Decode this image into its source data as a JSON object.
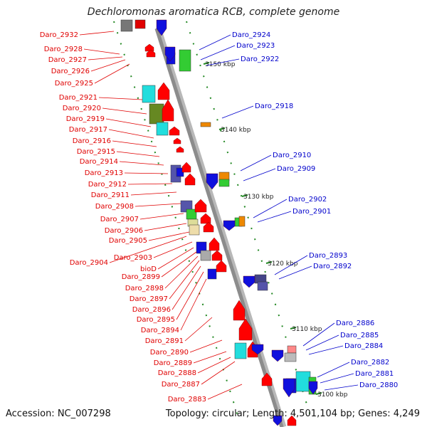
{
  "title": "Dechloromonas aromatica RCB, complete genome",
  "footer": {
    "accession": "Accession: NC_007298",
    "summary": "Topology: circular; Length: 4,501,104 bp; Genes: 4,249"
  },
  "colors": {
    "left_label": "#e00000",
    "right_label": "#0000cc",
    "backbone": "#8c8c8c",
    "tick": "#228822"
  },
  "scale_labels": [
    "3150 kbp",
    "3140 kbp",
    "3130 kbp",
    "3120 kbp",
    "3110 kbp",
    "3100 kbp"
  ],
  "left_genes": [
    "Daro_2932",
    "Daro_2928",
    "Daro_2927",
    "Daro_2926",
    "Daro_2925",
    "Daro_2921",
    "Daro_2920",
    "Daro_2919",
    "Daro_2917",
    "Daro_2916",
    "Daro_2915",
    "Daro_2914",
    "Daro_2913",
    "Daro_2912",
    "Daro_2911",
    "Daro_2908",
    "Daro_2907",
    "Daro_2906",
    "Daro_2905",
    "Daro_2903",
    "Daro_2904",
    "bioD",
    "Daro_2899",
    "Daro_2898",
    "Daro_2897",
    "Daro_2896",
    "Daro_2895",
    "Daro_2894",
    "Daro_2891",
    "Daro_2890",
    "Daro_2889",
    "Daro_2888",
    "Daro_2887",
    "Daro_2883"
  ],
  "right_genes": [
    "Daro_2924",
    "Daro_2923",
    "Daro_2922",
    "Daro_2918",
    "Daro_2910",
    "Daro_2909",
    "Daro_2902",
    "Daro_2901",
    "Daro_2893",
    "Daro_2892",
    "Daro_2886",
    "Daro_2885",
    "Daro_2884",
    "Daro_2882",
    "Daro_2881",
    "Daro_2880"
  ]
}
